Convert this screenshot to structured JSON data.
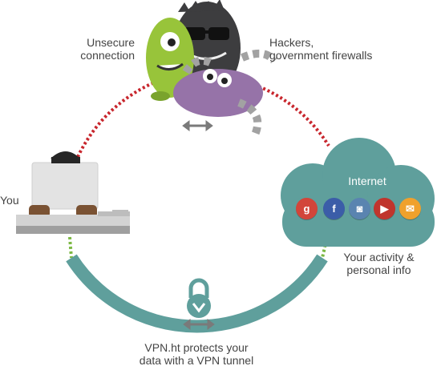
{
  "labels": {
    "unsecure": [
      "Unsecure",
      "connection"
    ],
    "hackers": [
      "Hackers,",
      "government firewalls"
    ],
    "you": "You",
    "internet": "Internet",
    "activity": [
      "Your activity &",
      "personal info"
    ],
    "protects": [
      "VPN.ht protects your",
      "data with a VPN tunnel"
    ]
  },
  "services": [
    {
      "name": "google",
      "glyph": "g",
      "color": "#d2453a"
    },
    {
      "name": "facebook",
      "glyph": "f",
      "color": "#3b5da8"
    },
    {
      "name": "instagram",
      "glyph": "◙",
      "color": "#5a84b0"
    },
    {
      "name": "youtube",
      "glyph": "▶",
      "color": "#c0352d"
    },
    {
      "name": "email",
      "glyph": "✉",
      "color": "#f0a12c"
    }
  ],
  "colors": {
    "tunnel": "#5f9f9c",
    "unsecure_dots": "#c8262d",
    "secure_dots": "#7cb843",
    "cloud": "#5f9f9c",
    "monster_green": "#98c43a",
    "monster_dark": "#3d3d3f",
    "monster_purple": "#9673a8"
  }
}
